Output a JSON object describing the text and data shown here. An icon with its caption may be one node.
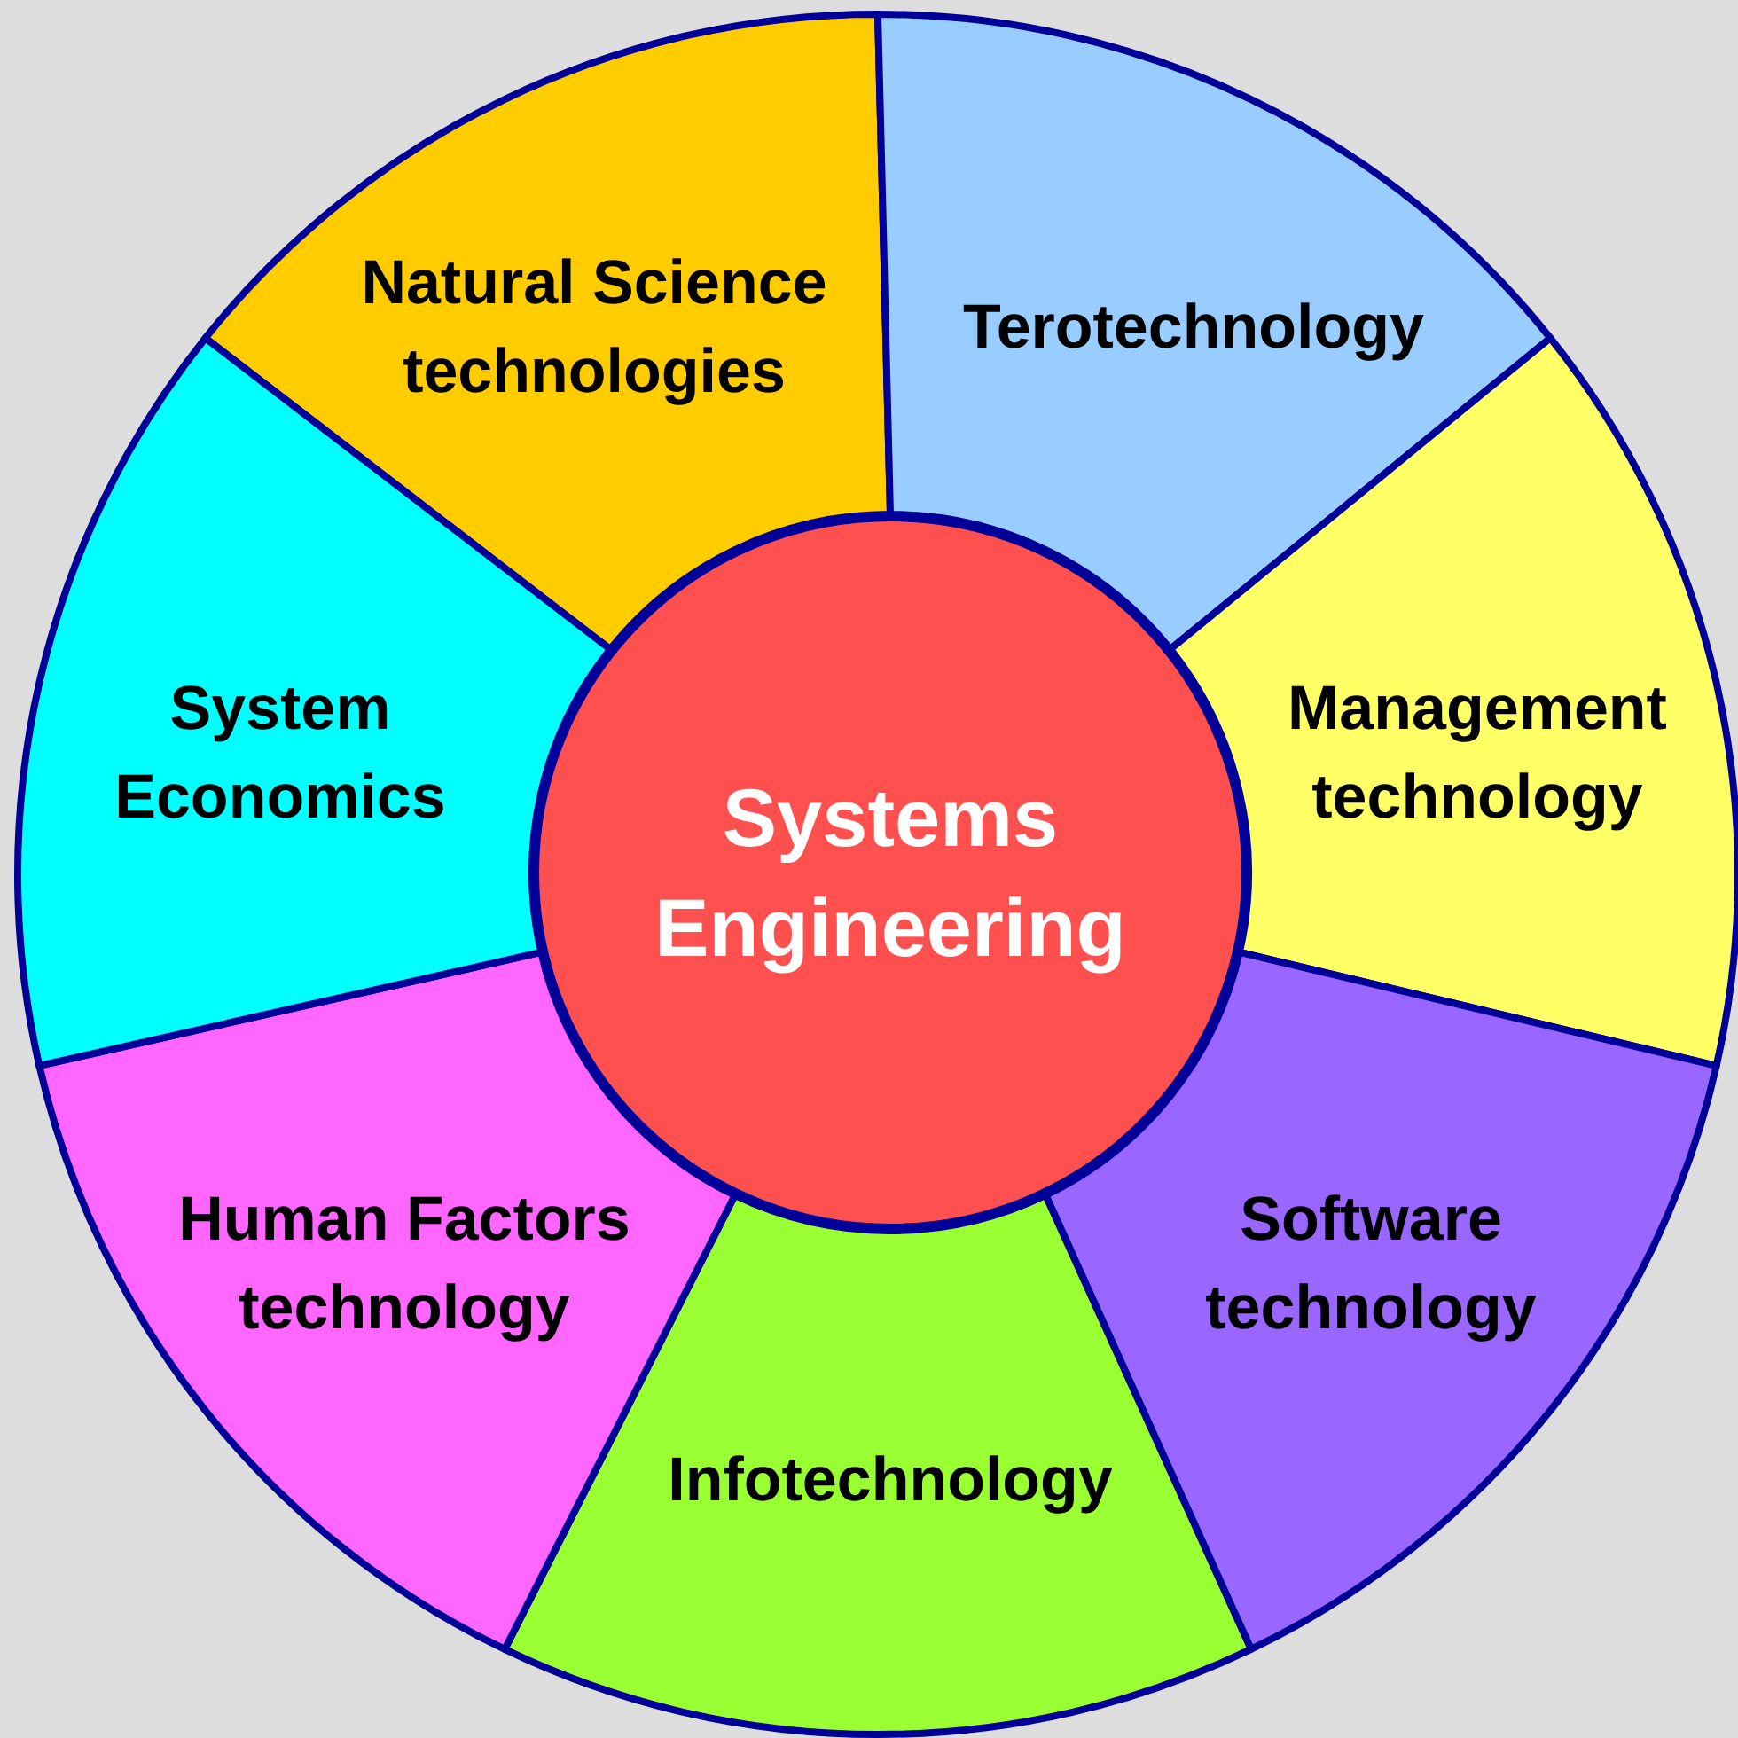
{
  "diagram": {
    "nodes": [
      {
        "text": [
          "Natural Science technologies"
        ]
      },
      {
        "text": [
          "Terotechnology"
        ]
      },
      {
        "text": [
          "Management technology"
        ]
      },
      {
        "text": [
          "Software technology"
        ]
      },
      {
        "text": [
          "Infotechnology"
        ]
      },
      {
        "text": [
          "Human Factors technology"
        ]
      },
      {
        "text": [
          "System Economics"
        ]
      },
      {
        "text": [
          "Systems Engineering"
        ]
      }
    ]
  }
}
